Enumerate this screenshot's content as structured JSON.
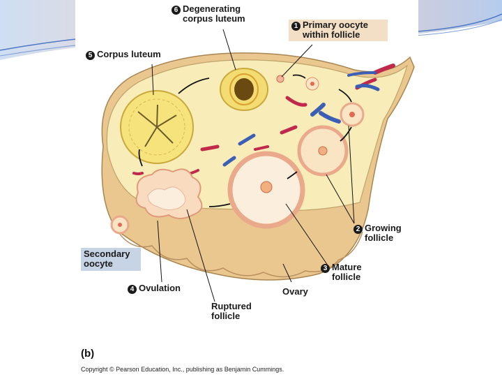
{
  "labels": {
    "step6": {
      "number": "6",
      "text": "Degenerating corpus luteum"
    },
    "step1": {
      "number": "1",
      "text": "Primary oocyte within follicle"
    },
    "step5": {
      "number": "5",
      "text": "Corpus luteum"
    },
    "step2": {
      "number": "2",
      "text": "Growing follicle"
    },
    "step3": {
      "number": "3",
      "text": "Mature follicle"
    },
    "step4": {
      "number": "4",
      "text": "Ovulation"
    },
    "secondary_oocyte": "Secondary oocyte",
    "ovary": "Ovary",
    "ruptured_follicle": "Ruptured follicle"
  },
  "panel_letter": "(b)",
  "copyright": "Copyright © Pearson Education, Inc., publishing as Benjamin Cummings.",
  "colors": {
    "ovary_fill": "#f7eab6",
    "ovary_outline": "#b99a5a",
    "tunica": "#e9c98e",
    "corpus_luteum": "#f6e37c",
    "artery": "#c0294c",
    "vein": "#3a5fb4",
    "follicle_fill": "#f9e4c4",
    "granulosa": "#e9a98a",
    "banner_blue": "#9db8e0",
    "banner_pink": "#f4c8b6"
  }
}
